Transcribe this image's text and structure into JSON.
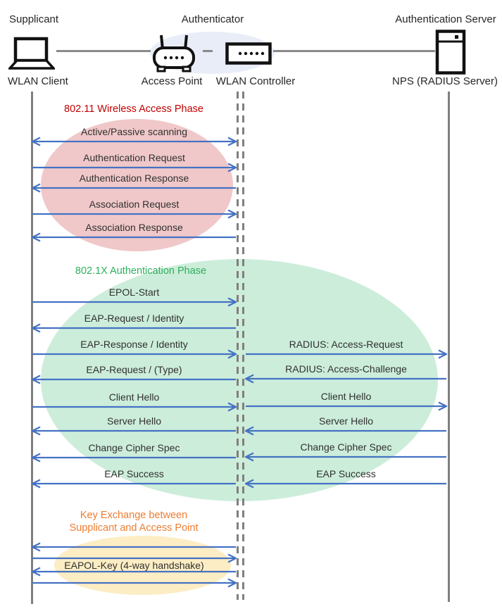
{
  "header": {
    "roles": {
      "supplicant": "Supplicant",
      "authenticator": "Authenticator",
      "auth_server": "Authentication Server"
    },
    "devices": {
      "wlan_client": "WLAN Client",
      "access_point": "Access Point",
      "wlan_controller": "WLAN Controller",
      "nps": "NPS (RADIUS Server)"
    },
    "icons": [
      "laptop-icon",
      "access-point-icon",
      "wlan-controller-icon",
      "server-icon"
    ]
  },
  "phases": {
    "wireless": {
      "title": "802.11 Wireless Access Phase",
      "title_color": "#C00000",
      "fill": "#f0c8c9"
    },
    "dot1x": {
      "title": "802.1X Authentication Phase",
      "title_color": "#2eb05c",
      "fill": "#ccedda"
    },
    "key_exchange": {
      "title_line1": "Key Exchange between",
      "title_line2": "Supplicant and Access Point",
      "title_color": "#ED7D31",
      "fill": "#fdedc4"
    }
  },
  "sequence": {
    "client_to_controller": [
      {
        "label": "Active/Passive scanning",
        "dir": "both"
      },
      {
        "label": "Authentication Request",
        "dir": "right"
      },
      {
        "label": "Authentication Response",
        "dir": "left"
      },
      {
        "label": "Association Request",
        "dir": "right"
      },
      {
        "label": "Association Response",
        "dir": "left"
      },
      {
        "label": "EPOL-Start",
        "dir": "right"
      },
      {
        "label": "EAP-Request / Identity",
        "dir": "left"
      },
      {
        "label": "EAP-Response / Identity",
        "dir": "right"
      },
      {
        "label": "EAP-Request / (Type)",
        "dir": "left"
      },
      {
        "label": "Client Hello",
        "dir": "right"
      },
      {
        "label": "Server Hello",
        "dir": "left"
      },
      {
        "label": "Change Cipher Spec",
        "dir": "left"
      },
      {
        "label": "EAP Success",
        "dir": "left"
      }
    ],
    "controller_to_server": [
      {
        "label": "RADIUS: Access-Request",
        "dir": "right"
      },
      {
        "label": "RADIUS: Access-Challenge",
        "dir": "left"
      },
      {
        "label": "Client Hello",
        "dir": "right"
      },
      {
        "label": "Server Hello",
        "dir": "left"
      },
      {
        "label": "Change Cipher Spec",
        "dir": "left"
      },
      {
        "label": "EAP Success",
        "dir": "left"
      }
    ],
    "key_exchange": {
      "label": "EAPOL-Key (4-way handshake)",
      "arrows": [
        "left",
        "right",
        "left",
        "right"
      ]
    }
  },
  "colors": {
    "arrow": "#4472C4",
    "lifeline": "#7f7f7f",
    "text": "#262626",
    "authenticator_backdrop": "#e9edf8"
  }
}
